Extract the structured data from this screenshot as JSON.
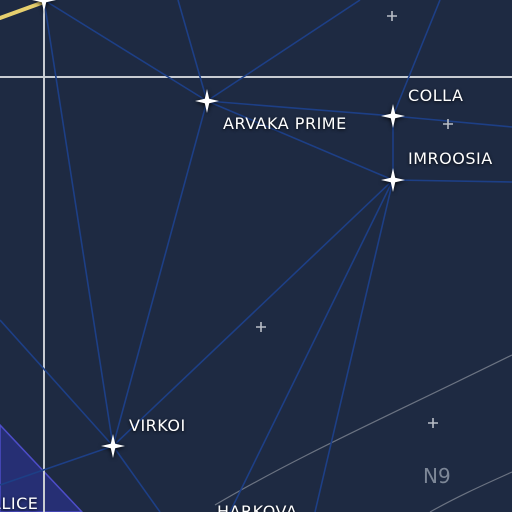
{
  "map": {
    "colors": {
      "background": "#1e2a42",
      "lane": "#1d3f86",
      "grid": "#c8ccd2",
      "contour": "#6b7382",
      "territory_fill": "#262f74",
      "territory_edge": "#4d4dc8",
      "route": "#e6cf6e",
      "star": "#ffffff",
      "marker": "#b9bec7"
    },
    "sector_label": "N9",
    "systems": [
      {
        "id": "arvaka-prime",
        "name": "ARVAKA PRIME"
      },
      {
        "id": "colla",
        "name": "COLLA"
      },
      {
        "id": "imroosia",
        "name": "IMROOSIA"
      },
      {
        "id": "virkoi",
        "name": "VIRKOI"
      },
      {
        "id": "harkova",
        "name": "HARKOVA"
      },
      {
        "id": "alice",
        "name": "ALICE"
      }
    ]
  }
}
